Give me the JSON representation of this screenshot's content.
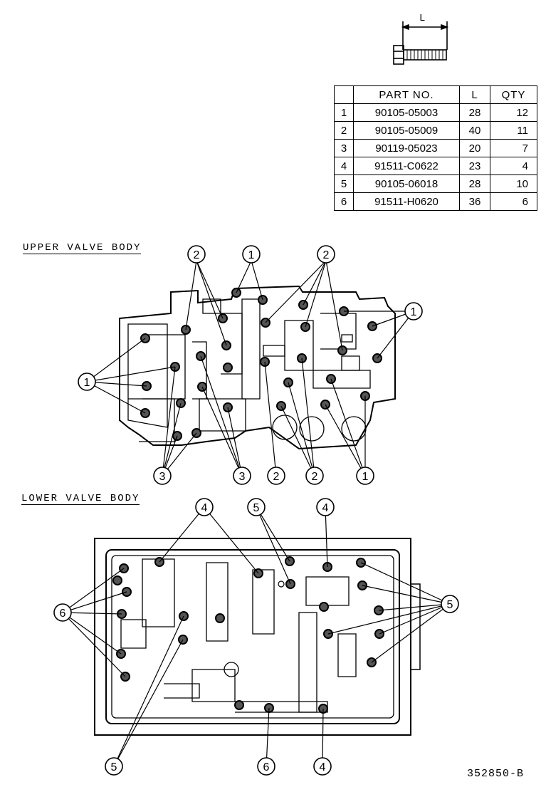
{
  "dimension_label": "L",
  "table": {
    "headers": [
      "",
      "PART NO.",
      "L",
      "QTY"
    ],
    "rows": [
      {
        "no": "1",
        "part": "90105-05003",
        "l": "28",
        "qty": "12"
      },
      {
        "no": "2",
        "part": "90105-05009",
        "l": "40",
        "qty": "11"
      },
      {
        "no": "3",
        "part": "90119-05023",
        "l": "20",
        "qty": "7"
      },
      {
        "no": "4",
        "part": "91511-C0622",
        "l": "23",
        "qty": "4"
      },
      {
        "no": "5",
        "part": "90105-06018",
        "l": "28",
        "qty": "10"
      },
      {
        "no": "6",
        "part": "91511-H0620",
        "l": "36",
        "qty": "6"
      }
    ]
  },
  "upper_title": "UPPER VALVE BODY",
  "lower_title": "LOWER VALVE BODY",
  "callouts": {
    "one": "1",
    "two": "2",
    "three": "3",
    "four": "4",
    "five": "5",
    "six": "6"
  },
  "reference_code": "352850-B"
}
